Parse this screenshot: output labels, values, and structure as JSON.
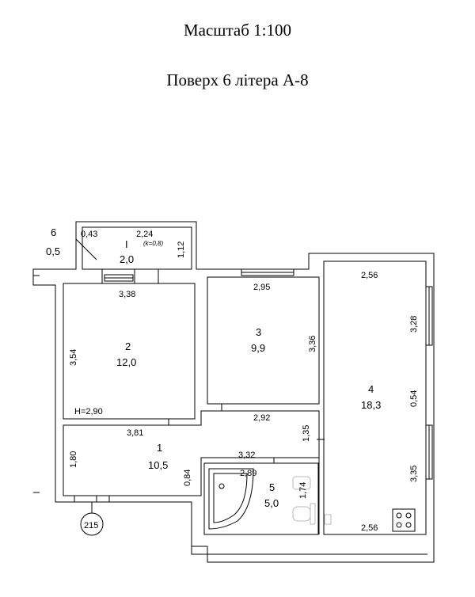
{
  "header": {
    "scale": "Масштаб 1:100",
    "floor": "Поверх 6 літера А-8"
  },
  "rooms": [
    {
      "id": "6",
      "area": "0,5"
    },
    {
      "id": "I",
      "area": "2,0",
      "coefficient": "(k=0,8)"
    },
    {
      "id": "2",
      "area": "12,0"
    },
    {
      "id": "3",
      "area": "9,9"
    },
    {
      "id": "4",
      "area": "18,3"
    },
    {
      "id": "1",
      "area": "10,5"
    },
    {
      "id": "5",
      "area": "5,0"
    }
  ],
  "dimensions": {
    "d043": "0,43",
    "d224": "2,24",
    "d112": "1,12",
    "d338": "3,38",
    "d354": "3,54",
    "d295": "2,95",
    "d336": "3,36",
    "d256_top": "2,56",
    "d328": "3,28",
    "d054": "0,54",
    "d335": "3,35",
    "d256_bottom": "2,56",
    "d381": "3,81",
    "d292": "2,92",
    "d135": "1,35",
    "d180": "1,80",
    "d084": "0,84",
    "d332": "3,32",
    "d289": "2,89",
    "d174": "1,74"
  },
  "height_note": "H=2,90",
  "stair_marker": "215"
}
